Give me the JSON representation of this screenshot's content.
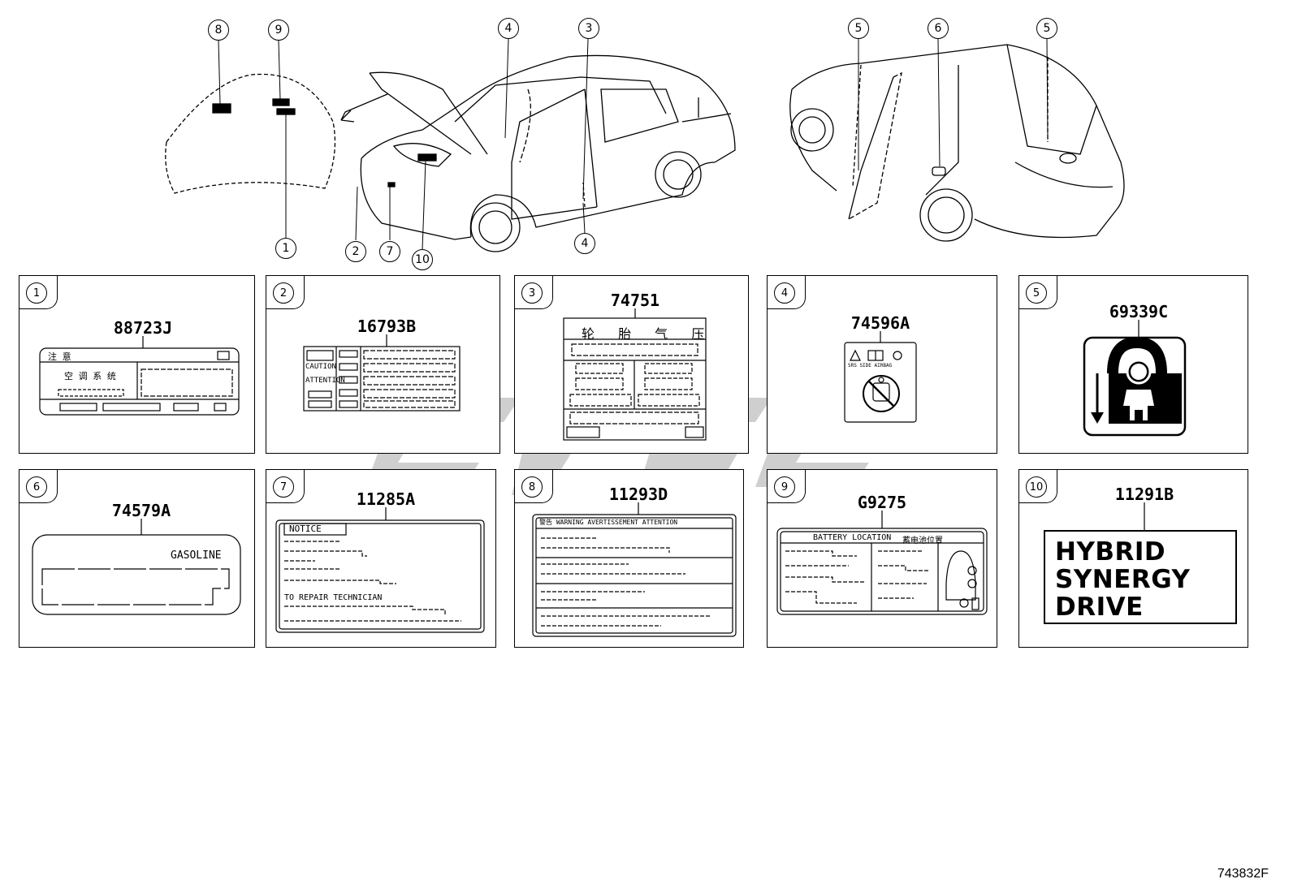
{
  "callouts": {
    "top": [
      "8",
      "9",
      "4",
      "3",
      "5",
      "6",
      "5"
    ],
    "bottom": [
      "1",
      "2",
      "7",
      "10",
      "4"
    ]
  },
  "panels": [
    {
      "num": "1",
      "part": "88723J"
    },
    {
      "num": "2",
      "part": "16793B"
    },
    {
      "num": "3",
      "part": "74751"
    },
    {
      "num": "4",
      "part": "74596A"
    },
    {
      "num": "5",
      "part": "69339C"
    },
    {
      "num": "6",
      "part": "74579A"
    },
    {
      "num": "7",
      "part": "11285A"
    },
    {
      "num": "8",
      "part": "11293D"
    },
    {
      "num": "9",
      "part": "G9275"
    },
    {
      "num": "10",
      "part": "11291B"
    }
  ],
  "labels": {
    "p1_warn": "注 意",
    "p1_sys": "空 调 系 统",
    "p2_caution": "CAUTION",
    "p2_attention": "ATTENTION",
    "p3_title": "轮 胎 气 压",
    "p4_airbag": "SRS SIDE AIRBAG",
    "p6_fuel": "GASOLINE",
    "p7_notice": "NOTICE",
    "p7_repair": "TO REPAIR TECHNICIAN",
    "p8_warning": "警告  WARNING  AVERTISSEMENT  ATTENTION",
    "p9_battery": "BATTERY LOCATION",
    "p9_cn": "蓄电池位置",
    "p10_line1": "HYBRID",
    "p10_line2": "SYNERGY",
    "p10_line3": "DRIVE"
  },
  "reference": "743832F",
  "watermark_color": "#c8c8c8"
}
